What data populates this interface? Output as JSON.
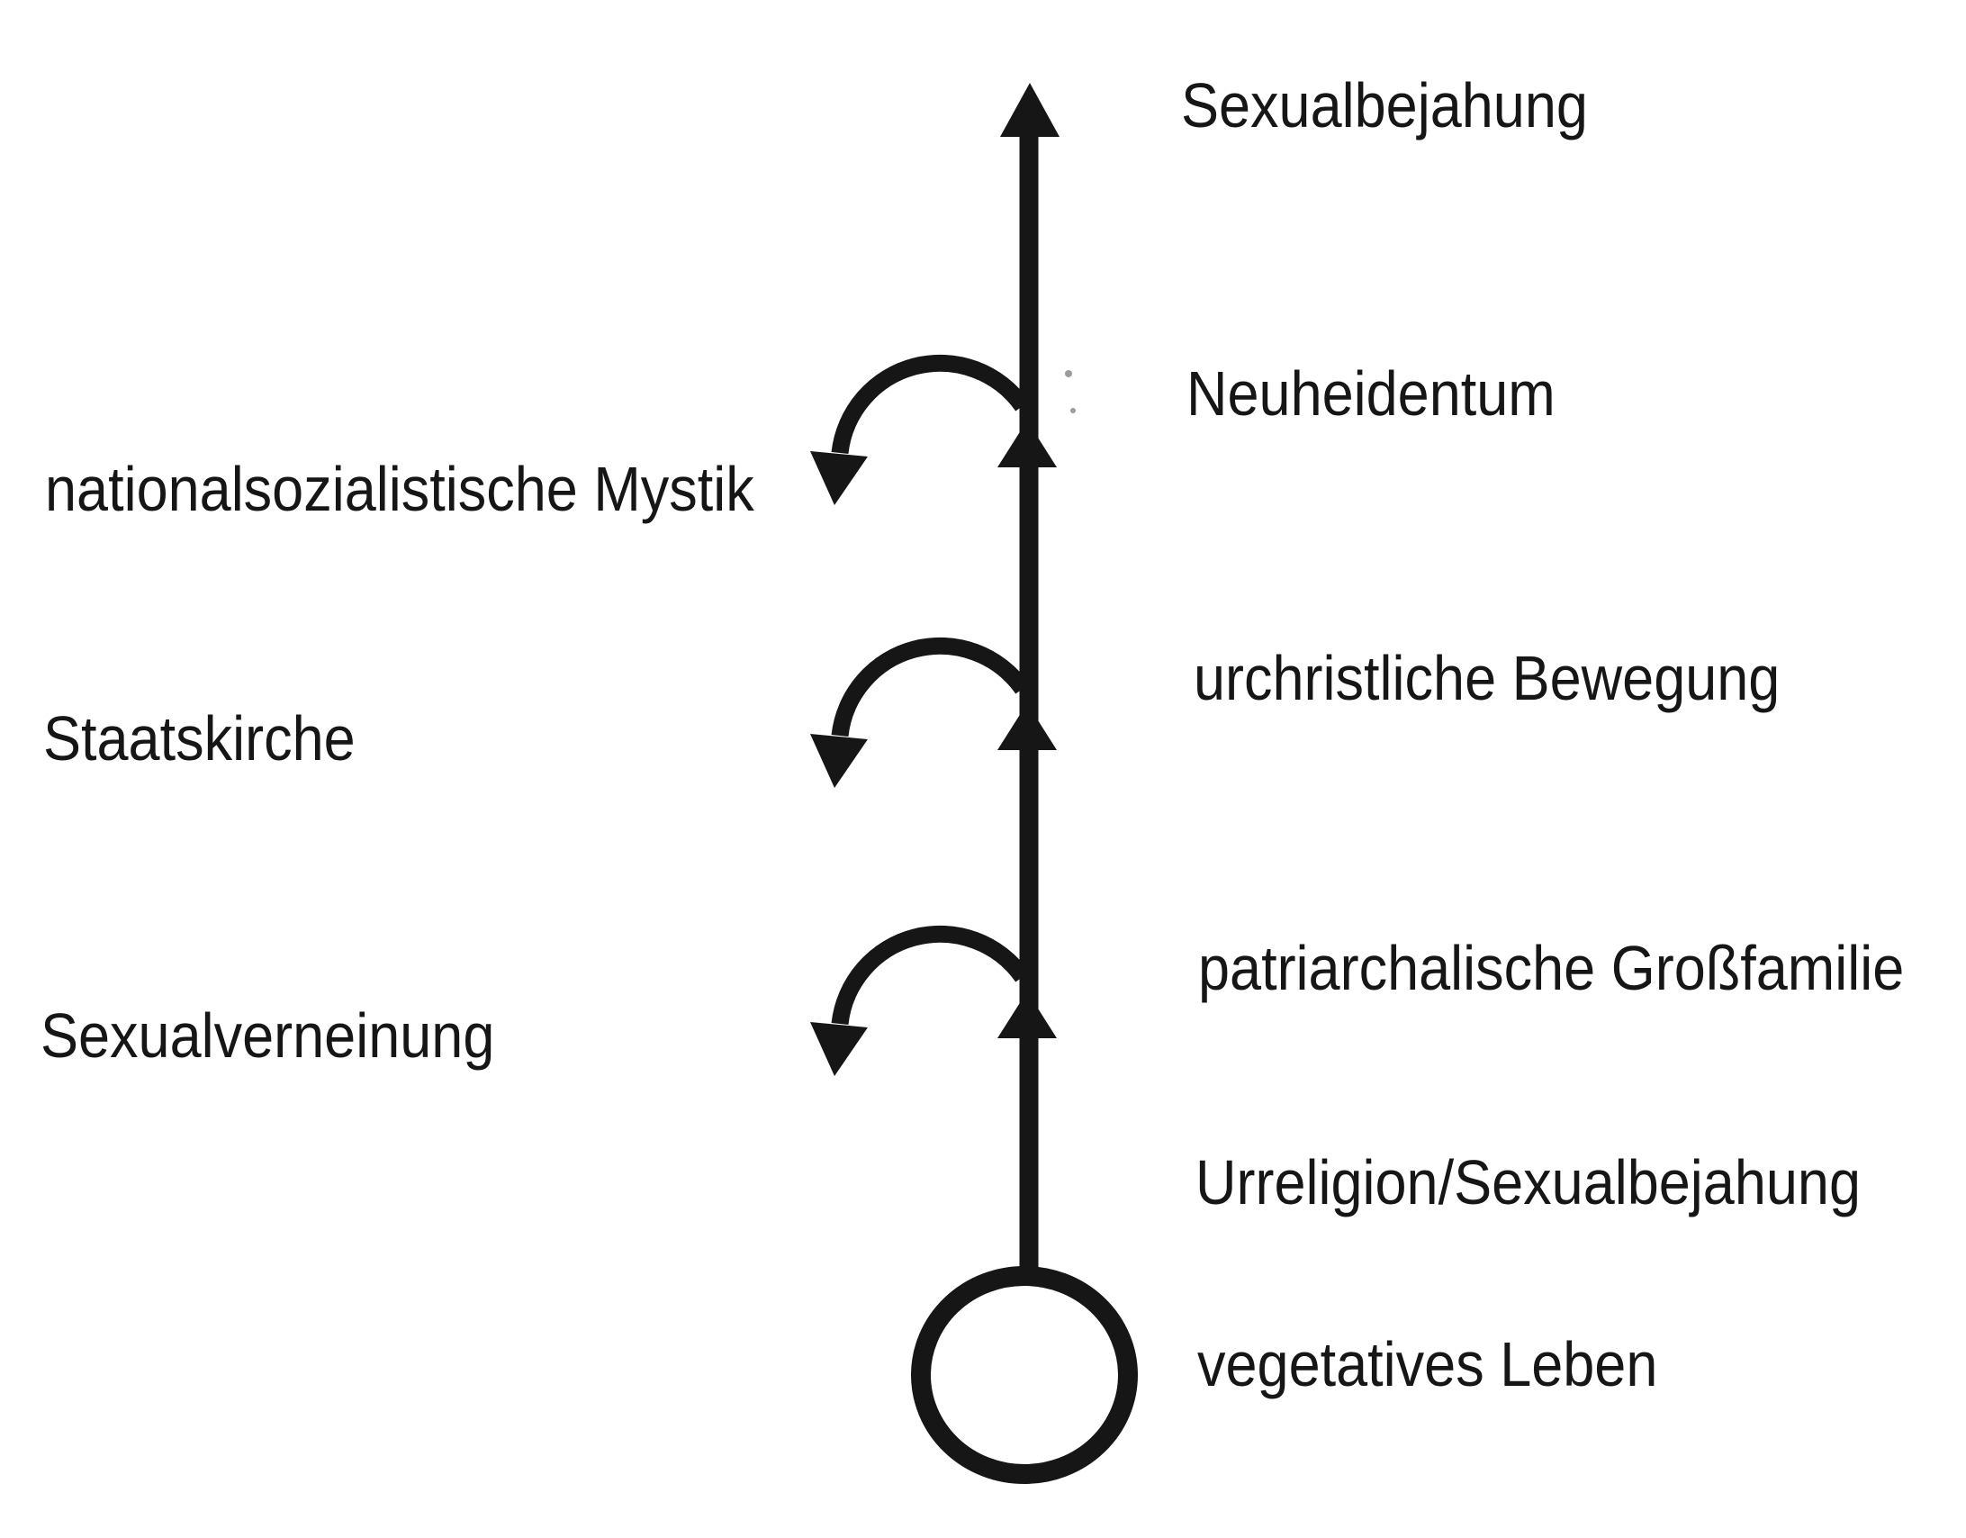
{
  "diagram": {
    "right_labels": [
      "Sexualbejahung",
      "Neuheidentum",
      "urchristliche Bewegung",
      "patriarchalische Großfamilie",
      "Urreligion/Sexualbejahung",
      "vegetatives Leben"
    ],
    "left_labels": [
      "nationalsozialistische Mystik",
      "Staatskirche",
      "Sexualverneinung"
    ],
    "colors": {
      "ink": "#161616",
      "background": "#ffffff"
    }
  }
}
